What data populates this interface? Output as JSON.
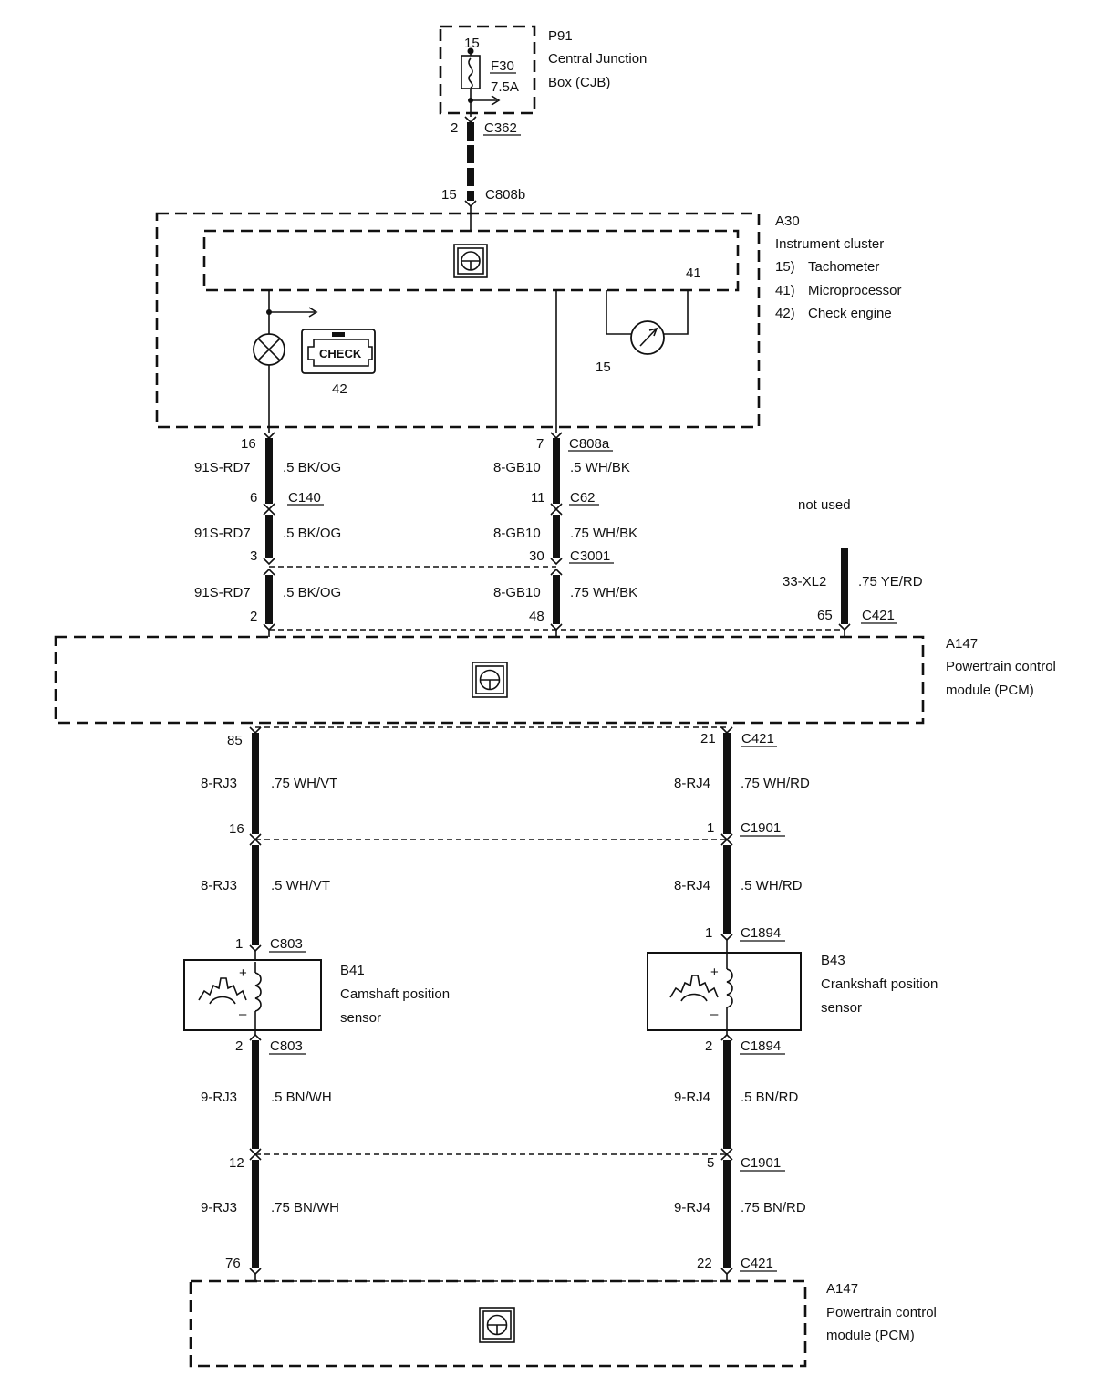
{
  "p91": {
    "id": "P91",
    "name_line1": "Central Junction",
    "name_line2": "Box (CJB)",
    "pin": "15",
    "fuse": "F30",
    "rating": "7.5A"
  },
  "c362": {
    "pin": "2",
    "name": "C362"
  },
  "c808b": {
    "pin": "15",
    "name": "C808b"
  },
  "a30": {
    "id": "A30",
    "name": "Instrument cluster",
    "legend": [
      {
        "num": "15)",
        "label": "Tachometer"
      },
      {
        "num": "41)",
        "label": "Microprocessor"
      },
      {
        "num": "42)",
        "label": "Check engine"
      }
    ],
    "micro_ref": "41",
    "tacho_ref": "15",
    "check_ref": "42",
    "check_text": "CHECK"
  },
  "left_branch": [
    {
      "pin_top": "16",
      "circuit": "91S-RD7",
      "wire": ".5 BK/OG",
      "pin_bot": "6",
      "connector": "C140"
    },
    {
      "circuit": "91S-RD7",
      "wire": ".5 BK/OG",
      "pin_bot": "3"
    },
    {
      "circuit": "91S-RD7",
      "wire": ".5 BK/OG",
      "pin_bot": "2"
    }
  ],
  "mid_branch": [
    {
      "pin_top": "7",
      "top_connector": "C808a",
      "circuit": "8-GB10",
      "wire": ".5 WH/BK",
      "pin_bot": "11",
      "connector": "C62"
    },
    {
      "circuit": "8-GB10",
      "wire": ".75 WH/BK",
      "pin_bot": "30",
      "connector": "C3001"
    },
    {
      "circuit": "8-GB10",
      "wire": ".75 WH/BK",
      "pin_bot": "48"
    }
  ],
  "right_branch": {
    "note": "not used",
    "circuit": "33-XL2",
    "wire": ".75 YE/RD",
    "pin": "65",
    "connector": "C421"
  },
  "pcm_top": {
    "id": "A147",
    "name_line1": "Powertrain control",
    "name_line2": "module (PCM)"
  },
  "cam": {
    "seg1": {
      "pin_top": "85",
      "circuit": "8-RJ3",
      "wire": ".75 WH/VT",
      "pin_bot": "16"
    },
    "seg2": {
      "circuit": "8-RJ3",
      "wire": ".5 WH/VT",
      "pin_bot": "1",
      "connector": "C803"
    },
    "sensor": {
      "id": "B41",
      "name_line1": "Camshaft position",
      "name_line2": "sensor",
      "plus": "+",
      "minus": "–"
    },
    "seg3": {
      "pin_top": "2",
      "connector": "C803",
      "circuit": "9-RJ3",
      "wire": ".5 BN/WH"
    },
    "seg4": {
      "pin_top": "12",
      "circuit": "9-RJ3",
      "wire": ".75 BN/WH",
      "pin_bot": "76"
    }
  },
  "crank": {
    "seg1": {
      "pin_top": "21",
      "connector": "C421",
      "circuit": "8-RJ4",
      "wire": ".75 WH/RD",
      "pin_bot": "1",
      "connector_bot": "C1901"
    },
    "seg2": {
      "circuit": "8-RJ4",
      "wire": ".5 WH/RD",
      "pin_bot": "1",
      "connector": "C1894"
    },
    "sensor": {
      "id": "B43",
      "name_line1": "Crankshaft position",
      "name_line2": "sensor",
      "plus": "+",
      "minus": "–"
    },
    "seg3": {
      "pin_top": "2",
      "connector": "C1894",
      "circuit": "9-RJ4",
      "wire": ".5 BN/RD"
    },
    "seg4": {
      "pin_top": "5",
      "connector": "C1901",
      "circuit": "9-RJ4",
      "wire": ".75 BN/RD",
      "pin_bot": "22",
      "connector_bot": "C421"
    }
  },
  "pcm_bottom": {
    "id": "A147",
    "name_line1": "Powertrain control",
    "name_line2": "module (PCM)"
  }
}
